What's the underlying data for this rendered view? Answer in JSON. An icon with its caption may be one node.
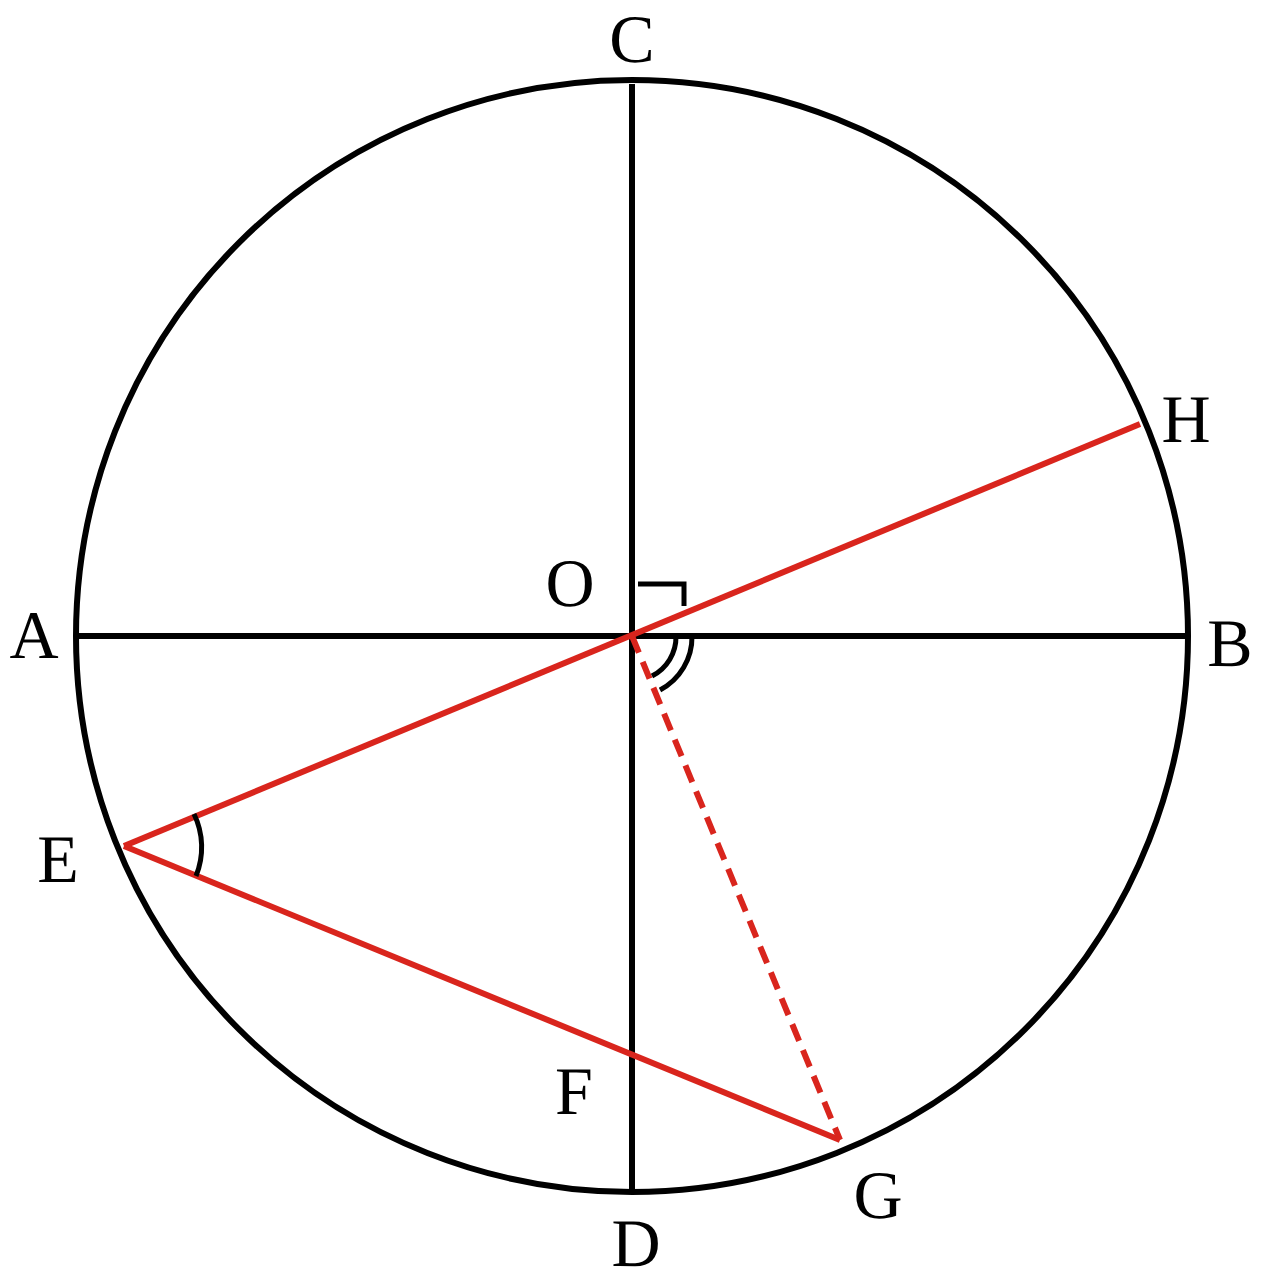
{
  "diagram": {
    "nodes": [
      {
        "text": [
          "C"
        ]
      },
      {
        "text": [
          "H"
        ]
      },
      {
        "text": [
          "O"
        ]
      },
      {
        "text": [
          "A"
        ]
      },
      {
        "text": [
          "B"
        ]
      },
      {
        "text": [
          "E"
        ]
      },
      {
        "text": [
          "F"
        ]
      },
      {
        "text": [
          "G"
        ]
      },
      {
        "text": [
          "D"
        ]
      }
    ],
    "edges": [
      {
        "from": 3,
        "to": 4,
        "arrow": "none",
        "color": "#000000"
      },
      {
        "from": 0,
        "to": 8,
        "arrow": "none",
        "color": "#000000"
      },
      {
        "from": 5,
        "to": 1,
        "arrow": "none"
      },
      {
        "from": 5,
        "to": 7,
        "arrow": "none"
      },
      {
        "from": 2,
        "to": 7,
        "arrow": "none",
        "style": "dashed"
      }
    ]
  }
}
